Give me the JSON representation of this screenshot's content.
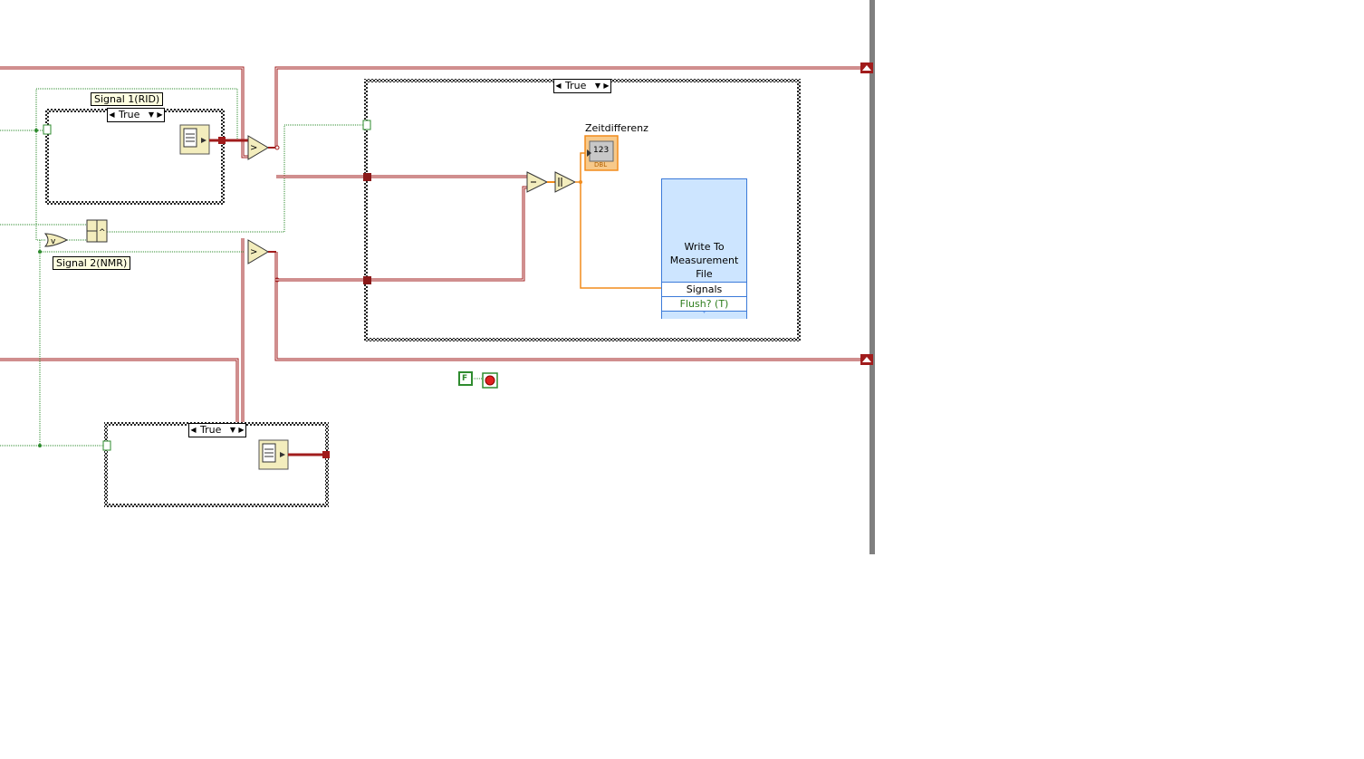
{
  "diagram": {
    "case_structures": [
      {
        "selector_value": "True"
      },
      {
        "selector_value": "True"
      },
      {
        "selector_value": "True"
      }
    ],
    "labels": {
      "signal1": "Signal 1(RID)",
      "signal2": "Signal 2(NMR)",
      "indicator": "Zeitdifferenz",
      "indicator_value": "123",
      "indicator_type": "DBL"
    },
    "express_vi": {
      "title": "Write To Measurement File",
      "terminal_signals": "Signals",
      "terminal_flush": "Flush? (T)"
    },
    "constants": {
      "boolean_false": "F"
    },
    "colors": {
      "error_wire": "#a11c1c",
      "numeric_wire": "#f28c1c",
      "boolean_wire": "#2e8b2e",
      "vi_bg": "#cde5ff",
      "vi_border": "#3b7ad9"
    }
  }
}
